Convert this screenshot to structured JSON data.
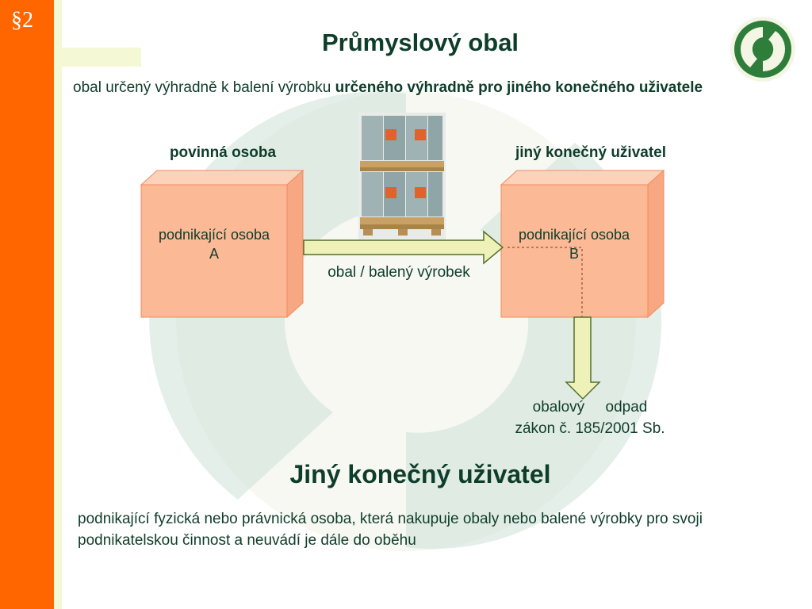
{
  "slide": {
    "section_mark": "§2",
    "title": "Průmyslový obal",
    "intro_plain": "obal určený výhradně k balení výrobku ",
    "intro_bold": "určeného výhradně pro jiného konečného uživatele",
    "party_a_label": "povinná osoba",
    "party_b_label": "jiný konečný uživatel",
    "box_a_line1": "podnikající osoba",
    "box_a_line2": "A",
    "box_b_line1": "podnikající osoba",
    "box_b_line2": "B",
    "arrow_label": "obal / balený výrobek",
    "waste_line1": "obalový     odpad",
    "waste_line2": "zákon č. 185/2001 Sb.",
    "subtitle": "Jiný konečný uživatel",
    "definition": "podnikající fyzická nebo právnická osoba, která nakupuje obaly nebo balené výrobky pro svoji podnikatelskou činnost a neuvádí je dále do oběhu"
  },
  "colors": {
    "orange_bar": "#ff6600",
    "dark_green_text": "#0f3d2b",
    "box_fill": "#fcb996",
    "arrow_fill": "#eef2b8",
    "logo_green": "#2f7d3a"
  },
  "icons": {
    "logo": "green-dot-recycling-icon",
    "image": "barrels-on-pallets-photo"
  }
}
